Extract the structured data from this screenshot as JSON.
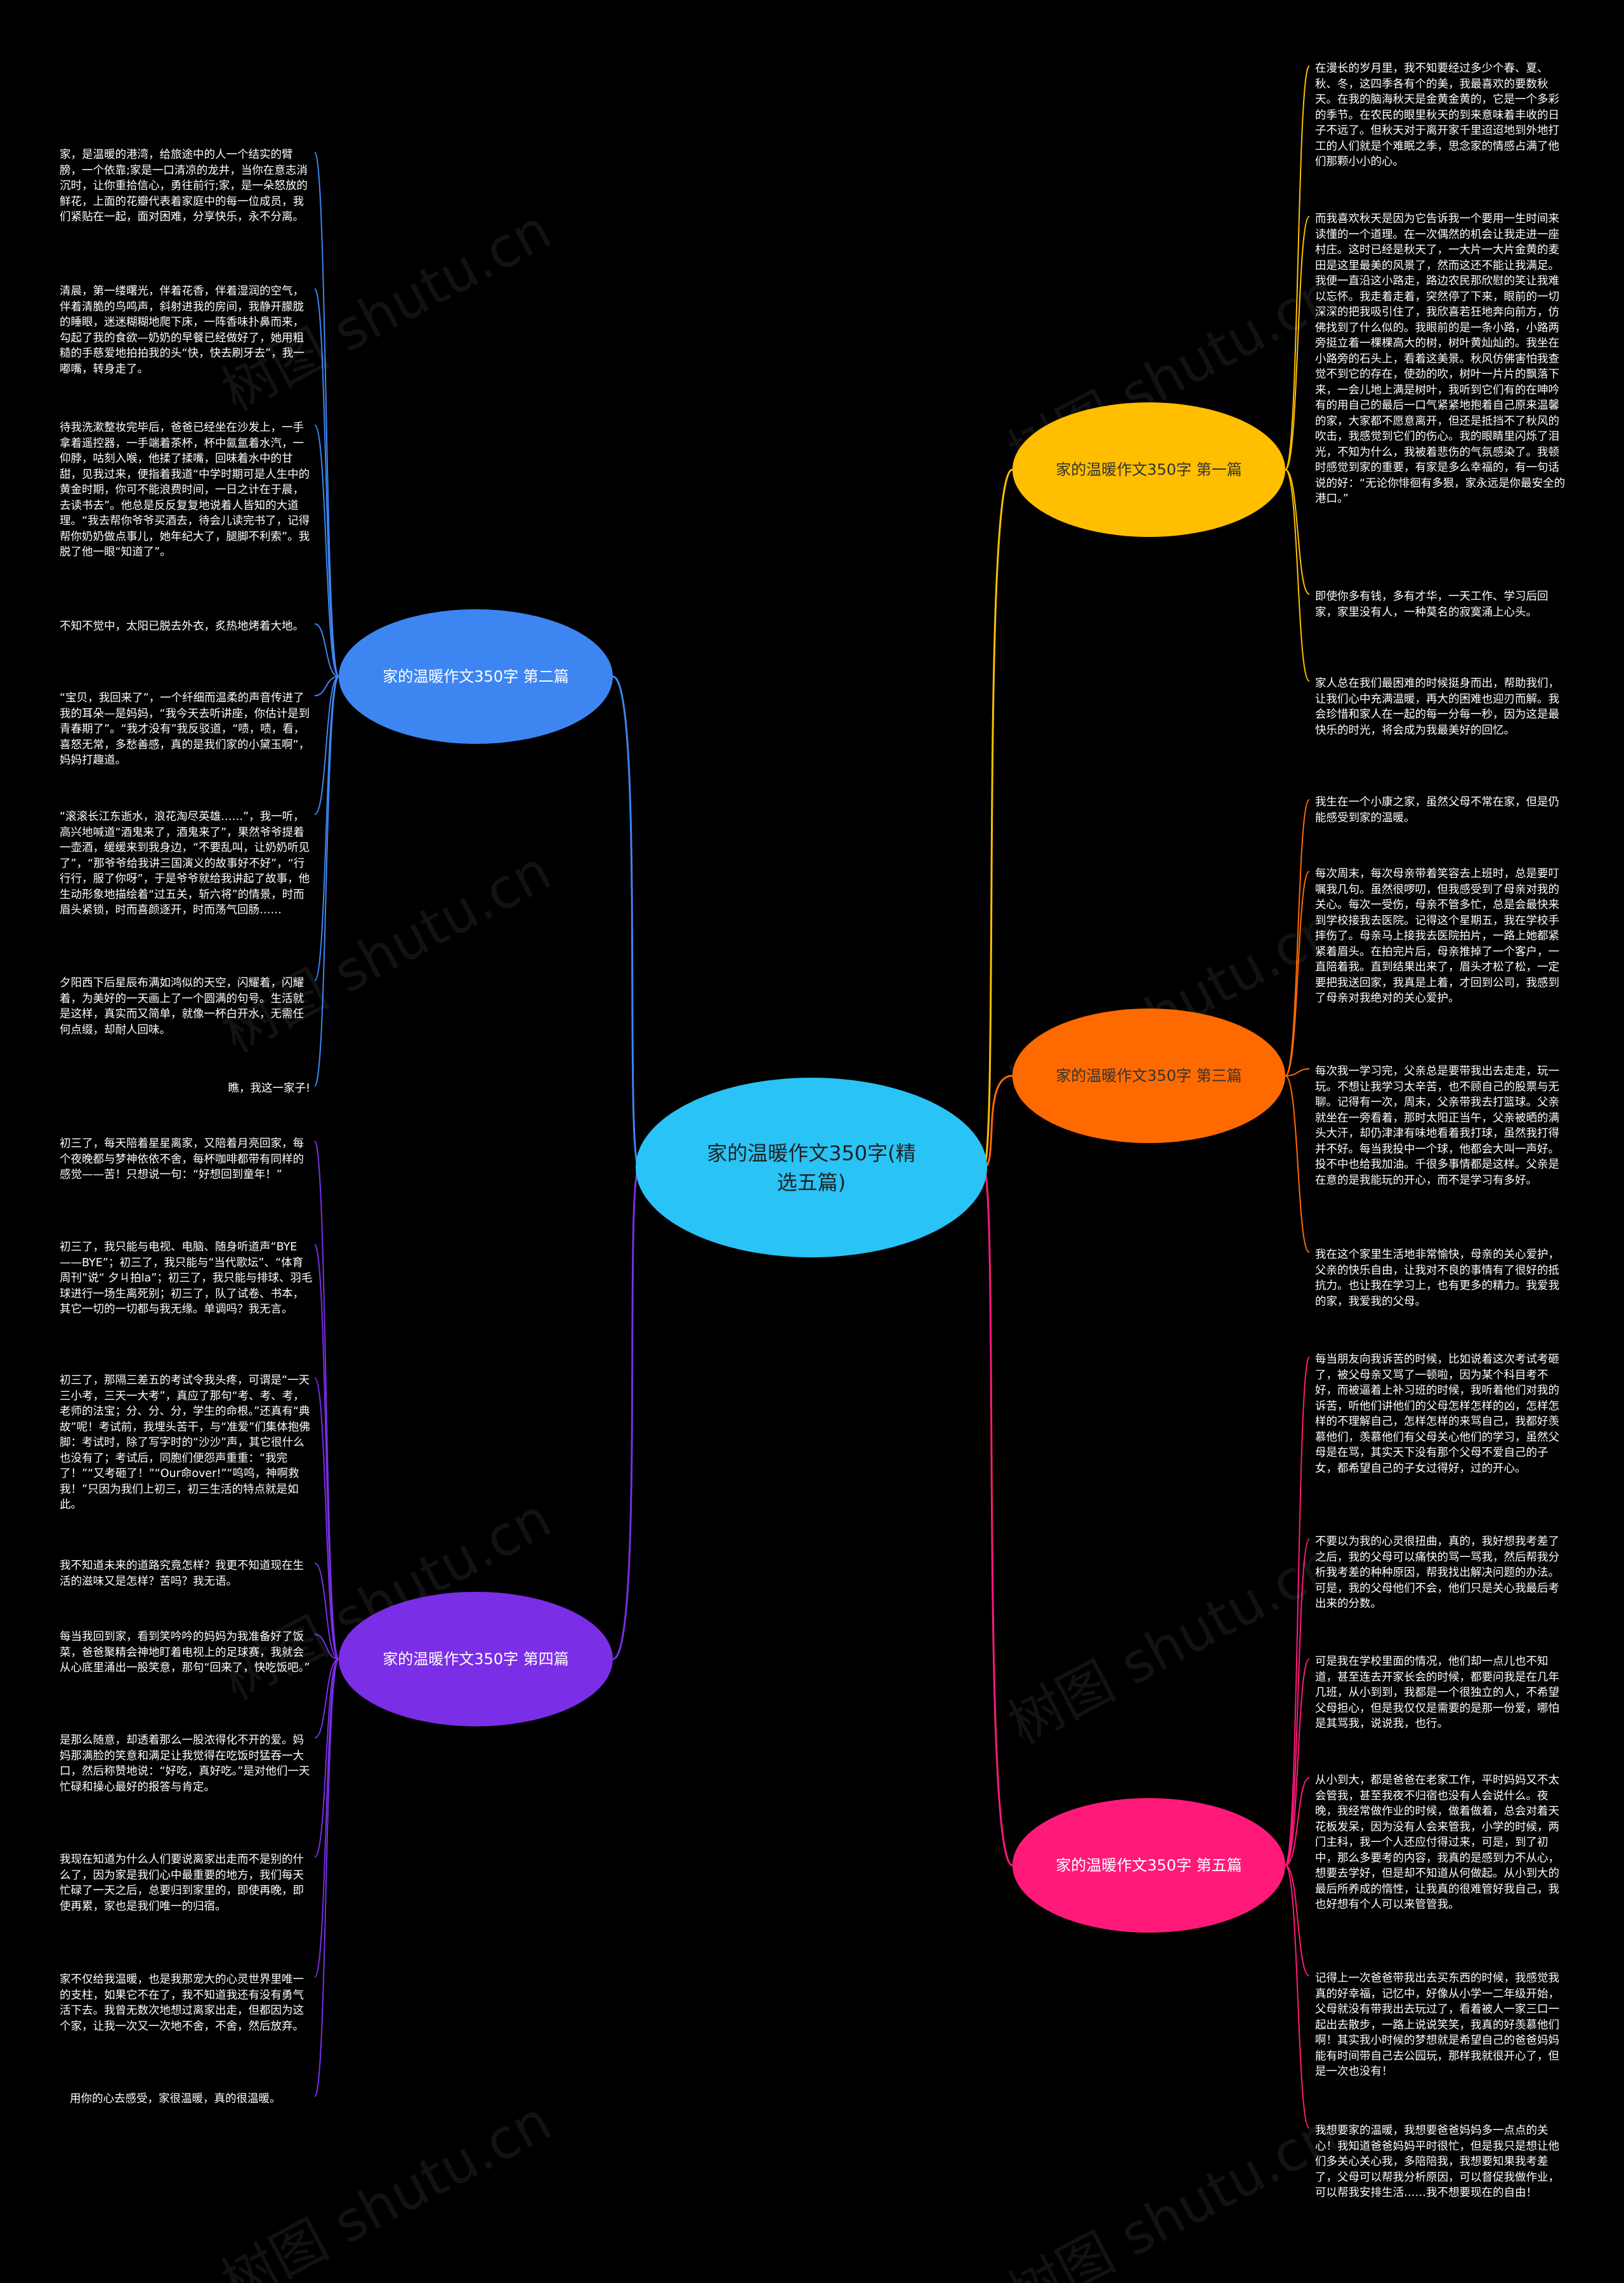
{
  "root": {
    "label": "家的温暖作文350字(精选五篇)",
    "color": "#2ac3f5"
  },
  "watermark": "树图 shutu.cn",
  "branches": [
    {
      "label": "家的温暖作文350字 第一篇",
      "color": "#ffbf00",
      "leaves": [
        "在漫长的岁月里，我不知要经过多少个春、夏、秋、冬，这四季各有个的美，我最喜欢的要数秋天。在我的脑海秋天是金黄金黄的，它是一个多彩的季节。在农民的眼里秋天的到来意味着丰收的日子不远了。但秋天对于离开家千里迢迢地到外地打工的人们就是个难眠之季，思念家的情感占满了他们那颗小小的心。",
        "而我喜欢秋天是因为它告诉我一个要用一生时间来读懂的一个道理。在一次偶然的机会让我走进一座村庄。这时已经是秋天了，一大片一大片金黄的麦田是这里最美的风景了，然而这还不能让我满足。我便一直沿这小路走，路边农民那欣慰的笑让我难以忘怀。我走着走着，突然停了下来，眼前的一切深深的把我吸引住了，我欣喜若狂地奔向前方，仿佛找到了什么似的。我眼前的是一条小路，小路两旁挺立着一棵棵高大的树，树叶黄灿灿的。我坐在小路旁的石头上，看着这美景。秋风仿佛害怕我查觉不到它的存在，使劲的吹，树叶一片片的飘落下来，一会儿地上满是树叶，我听到它们有的在呻吟有的用自己的最后一口气紧紧地抱着自己原来温馨的家，大家都不愿意离开，但还是抵挡不了秋风的吹击，我感觉到它们的伤心。我的眼睛里闪烁了泪光，不知为什么，我被着悲伤的气氛感染了。我顿时感觉到家的重要，有家是多么幸福的，有一句话说的好：“无论你悱徊有多狠，家永远是你最安全的港口。”",
        "即使你多有钱，多有才华，一天工作、学习后回家，家里没有人，一种莫名的寂寞涌上心头。",
        "家人总在我们最困难的时候挺身而出，帮助我们，让我们心中充满温暖，再大的困难也迎刃而解。我会珍惜和家人在一起的每一分每一秒，因为这是最快乐的时光，将会成为我最美好的回忆。"
      ]
    },
    {
      "label": "家的温暖作文350字 第二篇",
      "color": "#3d86f2",
      "leaves": [
        "家，是温暖的港湾，给旅途中的人一个结实的臂膀，一个依靠;家是一口清凉的龙井，当你在意志消沉时，让你重拾信心，勇往前行;家，是一朵怒放的鲜花，上面的花瓣代表着家庭中的每一位成员，我们紧贴在一起，面对困难，分享快乐，永不分离。",
        "清晨，第一缕曙光，伴着花香，伴着湿润的空气，伴着清脆的鸟鸣声，斜射进我的房间，我静开朦胧的睡眼，迷迷糊糊地爬下床，一阵香味扑鼻而来，勾起了我的食欲—奶奶的早餐已经做好了，她用粗糙的手慈爱地拍拍我的头“快，快去刷牙去”，我一嘟嘴，转身走了。",
        "待我洗漱整妆完毕后，爸爸已经坐在沙发上，一手拿着遥控器，一手端着茶杯，杯中氤氲着水汽，一仰脖，咕刻入喉，他揉了揉嘴，回味着水中的甘甜，见我过来，便指着我道“中学时期可是人生中的黄金时期，你可不能浪费时间，一日之计在于晨，去读书去”。他总是反反复复地说着人皆知的大道理。“我去帮你爷爷买酒去，待会儿读完书了，记得帮你奶奶做点事儿，她年纪大了，腿脚不利索”。我脱了他一眼“知道了”。",
        "不知不觉中，太阳已脱去外衣，炙热地烤着大地。",
        "“宝贝，我回来了”，一个纤细而温柔的声音传进了我的耳朵—是妈妈，“我今天去听讲座，你估计是到青春期了”。“我才没有”我反驳道，“啧，啧，看，喜怒无常，多愁善感，真的是我们家的小黛玉啊”，妈妈打趣道。",
        "“滚滚长江东逝水，浪花淘尽英雄……”，我一听，高兴地喊道“酒鬼来了，酒鬼来了”，果然爷爷提着一壶酒，缓缓来到我身边，“不要乱叫，让奶奶听见了”，“那爷爷给我讲三国演义的故事好不好”，“行行行，服了你呀”，于是爷爷就给我讲起了故事，他生动形象地描绘着“过五关，斩六将”的情景，时而眉头紧锁，时而喜颜逐开，时而荡气回肠……",
        "夕阳西下后星辰布满如鸿似的天空，闪耀着，闪耀着，为美好的一天画上了一个圆满的句号。生活就是这样，真实而又简单，就像一杯白开水，无需任何点缀，却耐人回味。",
        "瞧，我这一家子!"
      ]
    },
    {
      "label": "家的温暖作文350字 第三篇",
      "color": "#ff6a00",
      "leaves": [
        "我生在一个小康之家，虽然父母不常在家，但是仍能感受到家的温暖。",
        "每次周末，每次母亲带着笑容去上班时，总是要叮嘱我几句。虽然很啰叨，但我感受到了母亲对我的关心。每次一受伤，母亲不管多忙，总是会最快来到学校接我去医院。记得这个星期五，我在学校手摔伤了。母亲马上接我去医院拍片，一路上她都紧紧着眉头。在拍完片后，母亲推掉了一个客户，一直陪着我。直到结果出来了，眉头才松了松，一定要把我送回家，我真是上着，才回到公司，我感到了母亲对我绝对的关心爱护。",
        "每次我一学习完，父亲总是要带我出去走走，玩一玩。不想让我学习太辛苦，也不顾自己的股票与无聊。记得有一次，周末，父亲带我去打篮球。父亲就坐在一旁看着，那时太阳正当午，父亲被晒的满头大汗，却仍津津有味地看着我打球，虽然我打得并不好。每当我投中一个球，他都会大叫一声好。投不中也给我加油。千很多事情都是这样。父亲是在意的是我能玩的开心，而不是学习有多好。",
        "我在这个家里生活地非常愉快，母亲的关心爱护，父亲的快乐自由，让我对不良的事情有了很好的抵抗力。也让我在学习上，也有更多的精力。我爱我的家，我爱我的父母。"
      ]
    },
    {
      "label": "家的温暖作文350字 第四篇",
      "color": "#7a2ee6",
      "leaves": [
        "初三了，每天陪着星星离家，又陪着月亮回家，每个夜晚都与梦神依依不舍，每杯咖啡都带有同样的感觉——苦！只想说一句：“好想回到童年！”",
        "初三了，我只能与电视、电脑、随身听道声“BYE——BYE”；初三了，我只能与“当代歌坛”、“体育周刊”说“ 夕ㄐ拍la”；初三了，我只能与排球、羽毛球进行一场生离死别；初三了，队了试卷、书本，其它一切的一切都与我无缘。单调吗？我无言。",
        "初三了，那隔三差五的考试令我头疼，可谓是“一天三小考，三天一大考”，真应了那句“考、考、考，老师的法宝；分、分、分，学生的命根。”还真有“典故”呢！考试前，我埋头苦干，与“准爱”们集体抱佛脚：考试时，除了写字时的“沙沙”声，其它很什么也没有了；考试后，同胞们便怨声重重：“我完了！”“又考砸了！”“Our命over!”“呜呜，神啊救我！”只因为我们上初三，初三生活的特点就是如此。",
        "我不知道未来的道路究竟怎样？我更不知道现在生活的滋味又是怎样？苦吗？我无语。",
        "每当我回到家，看到笑吟吟的妈妈为我准备好了饭菜，爸爸聚精会神地盯着电视上的足球赛，我就会从心底里涌出一股笑意，那句“回来了，快吃饭吧。”",
        "是那么随意，却透着那么一股浓得化不开的爱。妈妈那满脸的笑意和满足让我觉得在吃饭时猛吞一大口，然后称赞地说：“好吃，真好吃。”是对他们一天忙碌和操心最好的报答与肯定。",
        "我现在知道为什么人们要说离家出走而不是别的什么了，因为家是我们心中最重要的地方，我们每天忙碌了一天之后，总要归到家里的，即使再晚，即使再累，家也是我们唯一的归宿。",
        "家不仅给我温暖，也是我那宠大的心灵世界里唯一的支柱，如果它不在了，我不知道我还有没有勇气活下去。我曾无数次地想过离家出走，但都因为这个家，让我一次又一次地不舍，不舍，然后放弃。",
        "用你的心去感受，家很温暖，真的很温暖。"
      ]
    },
    {
      "label": "家的温暖作文350字 第五篇",
      "color": "#ff1a7a",
      "leaves": [
        "每当朋友向我诉苦的时候，比如说着这次考试考砸了，被父母亲又骂了一顿啦，因为某个科目考不好，而被逼着上补习班的时候，我听着他们对我的诉苦，听他们讲他们的父母怎样怎样的凶，怎样怎样的不理解自己，怎样怎样的来骂自己，我都好羡慕他们，羡慕他们有父母关心他们的学习，虽然父母是在骂，其实天下没有那个父母不爱自己的子女，都希望自己的子女过得好，过的开心。",
        "不要以为我的心灵很扭曲，真的，我好想我考差了之后，我的父母可以痛快的骂一骂我，然后帮我分析我考差的种种原因，帮我找出解决问题的办法。可是，我的父母他们不会，他们只是关心我最后考出来的分数。",
        "可是我在学校里面的情况，他们却一点儿也不知道，甚至连去开家长会的时候，都要问我是在几年几班，从小到到，我都是一个很独立的人，不希望父母担心，但是我仅仅是需要的是那一份爱，哪怕是其骂我，说说我，也行。",
        "从小到大，都是爸爸在老家工作，平时妈妈又不太会管我，甚至我夜不归宿也没有人会说什么。夜晚，我经常做作业的时候，做着做着，总会对着天花板发呆，因为没有人会来管我，小学的时候，两门主科，我一个人还应付得过来，可是，到了初中，那么多要考的内容，我真的是感到力不从心，想要去学好，但是却不知道从何做起。从小到大的最后所养成的惰性，让我真的很难管好我自己，我也好想有个人可以来管管我。",
        "记得上一次爸爸带我出去买东西的时候，我感觉我真的好幸福，记忆中，好像从小学一二年级开始，父母就没有带我出去玩过了，看着被人一家三口一起出去散步，一路上说说笑笑，我真的好羡慕他们啊！其实我小时候的梦想就是希望自己的爸爸妈妈能有时间带自己去公园玩，那样我就很开心了，但是一次也没有！",
        "我想要家的温暖，我想要爸爸妈妈多一点点的关心！我知道爸爸妈妈平时很忙，但是我只是想让他们多关心关心我，多陪陪我，我想要知果我考差了，父母可以帮我分析原因，可以督促我做作业，可以帮我安排生活……我不想要现在的自由！"
      ]
    }
  ]
}
